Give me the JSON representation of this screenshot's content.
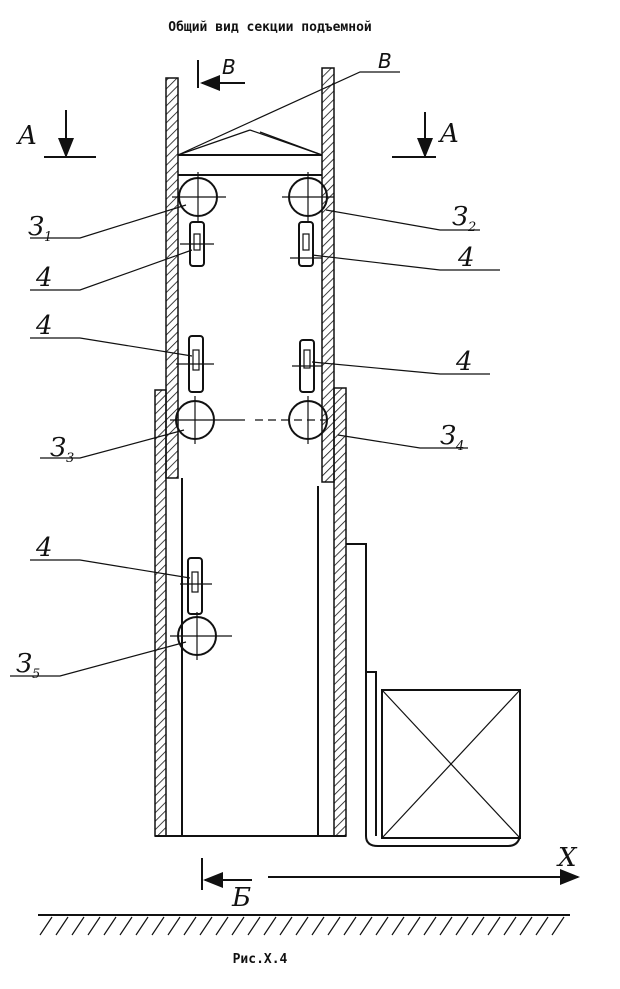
{
  "title": "Общий вид секции подъемной",
  "caption": "Рис.X.4",
  "section_labels": {
    "A_left": "A",
    "A_right": "A",
    "B_top": "В",
    "B_top_leader": "В",
    "B_bottom": "Б",
    "X_axis": "X"
  },
  "callouts": [
    {
      "id": "3-1",
      "main": "З",
      "sub": "1"
    },
    {
      "id": "3-2",
      "main": "З",
      "sub": "2"
    },
    {
      "id": "3-3",
      "main": "З",
      "sub": "3"
    },
    {
      "id": "3-4",
      "main": "З",
      "sub": "4"
    },
    {
      "id": "3-5",
      "main": "З",
      "sub": "5"
    },
    {
      "id": "4a",
      "main": "4"
    },
    {
      "id": "4b",
      "main": "4"
    },
    {
      "id": "4c",
      "main": "4"
    },
    {
      "id": "4d",
      "main": "4"
    },
    {
      "id": "4e",
      "main": "4"
    }
  ]
}
